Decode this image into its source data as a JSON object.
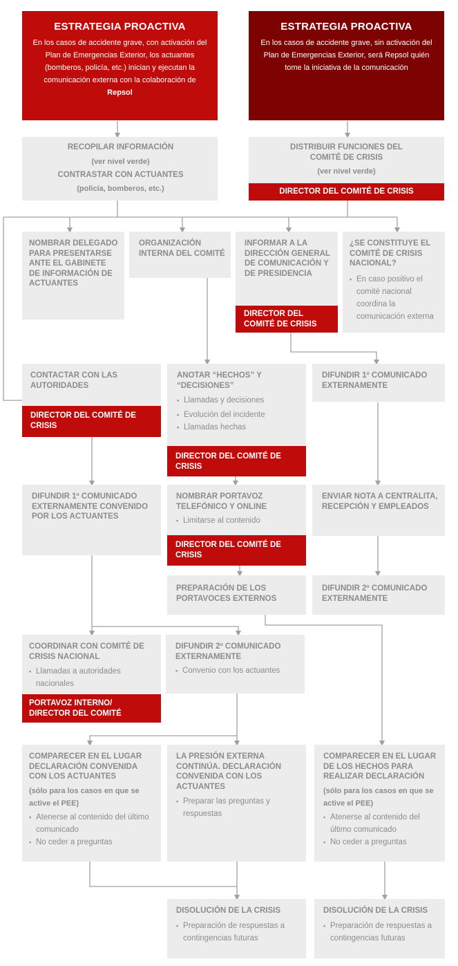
{
  "headers": [
    {
      "title": "ESTRATEGIA PROACTIVA",
      "desc": "En los casos de accidente grave, con activación del Plan de Emergencias Exterior, los actuantes (bomberos, policía, etc.) inician y ejecutan la comunicación externa con la colaboración de",
      "desc_bold": "Repsol",
      "color": "#c00b0b"
    },
    {
      "title": "ESTRATEGIA PROACTIVA",
      "desc": "En los casos de accidente grave, sin activación del Plan de Emergencias Exterior, será Repsol quién tome la iniciativa de la comunicación",
      "color": "#7d0303"
    }
  ],
  "recopilar": {
    "title": "RECOPILAR INFORMACIÓN",
    "sub1": "(ver nivel verde)",
    "title2": "CONTRASTAR CON ACTUANTES",
    "sub2": "(policía, bomberos, etc.)"
  },
  "distribuir": {
    "title": "DISTRIBUIR FUNCIONES DEL COMITÉ DE CRISIS",
    "sub": "(ver nivel verde)",
    "role": "DIRECTOR DEL COMITÉ DE CRISIS"
  },
  "nombrar_delegado": {
    "title": "NOMBRAR DELEGADO PARA PRESENTARSE ANTE EL GABINETE DE INFORMACIÓN DE ACTUANTES"
  },
  "organizacion": {
    "title": "ORGANIZACIÓN INTERNA DEL COMITÉ"
  },
  "informar": {
    "title": "INFORMAR A LA DIRECCIÓN GENERAL DE COMUNICACIÓN Y DE PRESIDENCIA",
    "role": "DIRECTOR DEL COMITÉ DE CRISIS"
  },
  "constituye": {
    "title": "¿SE CONSTITUYE EL COMITÉ DE CRISIS NACIONAL?",
    "bullets": [
      "En caso positivo el comité nacional coordina la comunicación externa"
    ]
  },
  "contactar": {
    "title": "CONTACTAR CON LAS AUTORIDADES",
    "role": "DIRECTOR DEL COMITÉ DE CRISIS"
  },
  "anotar": {
    "title": "ANOTAR “HECHOS” Y “DECISIONES”",
    "bullets": [
      "Llamadas y decisiones",
      "Evolución del incidente",
      "Llamadas hechas"
    ],
    "role": "DIRECTOR DEL COMITÉ DE CRISIS"
  },
  "difundir1": {
    "title": "DIFUNDIR 1º COMUNICADO EXTERNAMENTE"
  },
  "difundir1_conv": {
    "title": "DIFUNDIR 1º COMUNICADO EXTERNAMENTE CONVENIDO POR LOS ACTUANTES"
  },
  "portavoz_tel": {
    "title": "NOMBRAR PORTAVOZ TELEFÓNICO Y ONLINE",
    "bullets": [
      "Limitarse al contenido"
    ],
    "role": "DIRECTOR DEL COMITÉ DE CRISIS"
  },
  "enviar_nota": {
    "title": "ENVIAR NOTA A CENTRALITA, RECEPCIÓN Y EMPLEADOS"
  },
  "preparacion": {
    "title": "PREPARACIÓN DE LOS PORTAVOCES EXTERNOS"
  },
  "difundir2": {
    "title": "DIFUNDIR 2º COMUNICADO EXTERNAMENTE"
  },
  "coordinar": {
    "title": "COORDINAR CON COMITÉ DE CRISIS NACIONAL",
    "bullets": [
      "Llamadas a autoridades nacionales"
    ],
    "role": "PORTAVOZ INTERNO/ DIRECTOR DEL COMITÉ"
  },
  "difundir2_conv": {
    "title": "DIFUNDIR 2º COMUNICADO EXTERNAMENTE",
    "bullets": [
      "Convenio con los actuantes"
    ]
  },
  "comparecer1": {
    "title": "COMPARECER EN EL LUGAR DECLARACIÓN CONVENIDA CON LOS ACTUANTES",
    "sub": "(sólo para los casos en que se active el PEE)",
    "bullets": [
      "Atenerse al contenido del último comunicado",
      "No  ceder a preguntas"
    ]
  },
  "presion": {
    "title": "LA PRESIÓN EXTERNA CONTINÚA. DECLARACIÓN CONVENIDA CON LOS ACTUANTES",
    "bullets": [
      "Preparar las preguntas y respuestas"
    ]
  },
  "comparecer2": {
    "title": "COMPARECER EN EL LUGAR DE LOS HECHOS PARA REALIZAR DECLARACIÓN",
    "sub": "(sólo para los casos en que se active el PEE)",
    "bullets": [
      "Atenerse al contenido del último comunicado",
      "No  ceder a preguntas"
    ]
  },
  "disolucion1": {
    "title": "DISOLUCIÓN DE LA CRISIS",
    "bullets": [
      "Preparación de respuestas a contingencias  futuras"
    ]
  },
  "disolucion2": {
    "title": "DISOLUCIÓN DE LA CRISIS",
    "bullets": [
      "Preparación de respuestas a contingencias  futuras"
    ]
  },
  "colors": {
    "red": "#c00b0b",
    "dark_red": "#7d0303",
    "box": "#ececec",
    "text": "#8c8c8c",
    "line": "#a0a0a0"
  }
}
